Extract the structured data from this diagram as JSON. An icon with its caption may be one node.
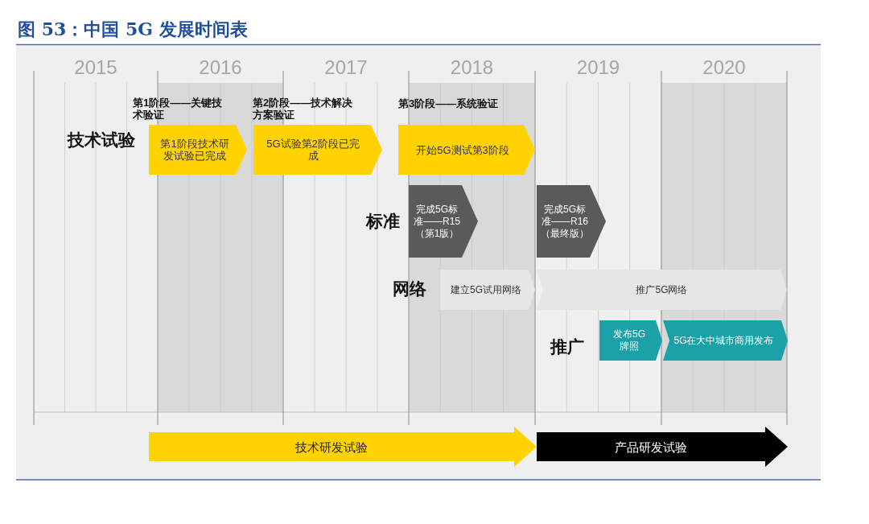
{
  "diagram": {
    "title": "图 53：中国 5G 发展时间表",
    "nodes": [
      {
        "text": [
          "第1阶段技术研发试验已完成"
        ]
      },
      {
        "text": [
          "5G试验第2阶段已完成"
        ]
      },
      {
        "text": [
          "开始5G测试第3阶段"
        ]
      },
      {
        "text": [
          "完成5G标准——R15（第1版）"
        ]
      },
      {
        "text": [
          "完成5G标准——R16（最终版）"
        ]
      },
      {
        "text": [
          "建立5G试用网络"
        ]
      },
      {
        "text": [
          "推广5G网络"
        ]
      },
      {
        "text": [
          "发布5G牌照"
        ]
      },
      {
        "text": [
          "5G在大中城市商用发布"
        ]
      },
      {
        "text": [
          "技术研发试验"
        ]
      },
      {
        "text": [
          "产品研发试验"
        ]
      }
    ],
    "labels": [
      "2015",
      "2016",
      "2017",
      "2018",
      "2019",
      "2020",
      "第1阶段——关键技术验证",
      "第2阶段——技术解决方案验证",
      "第3阶段——系统验证",
      "技术试验",
      "标准",
      "网络",
      "推广"
    ]
  }
}
